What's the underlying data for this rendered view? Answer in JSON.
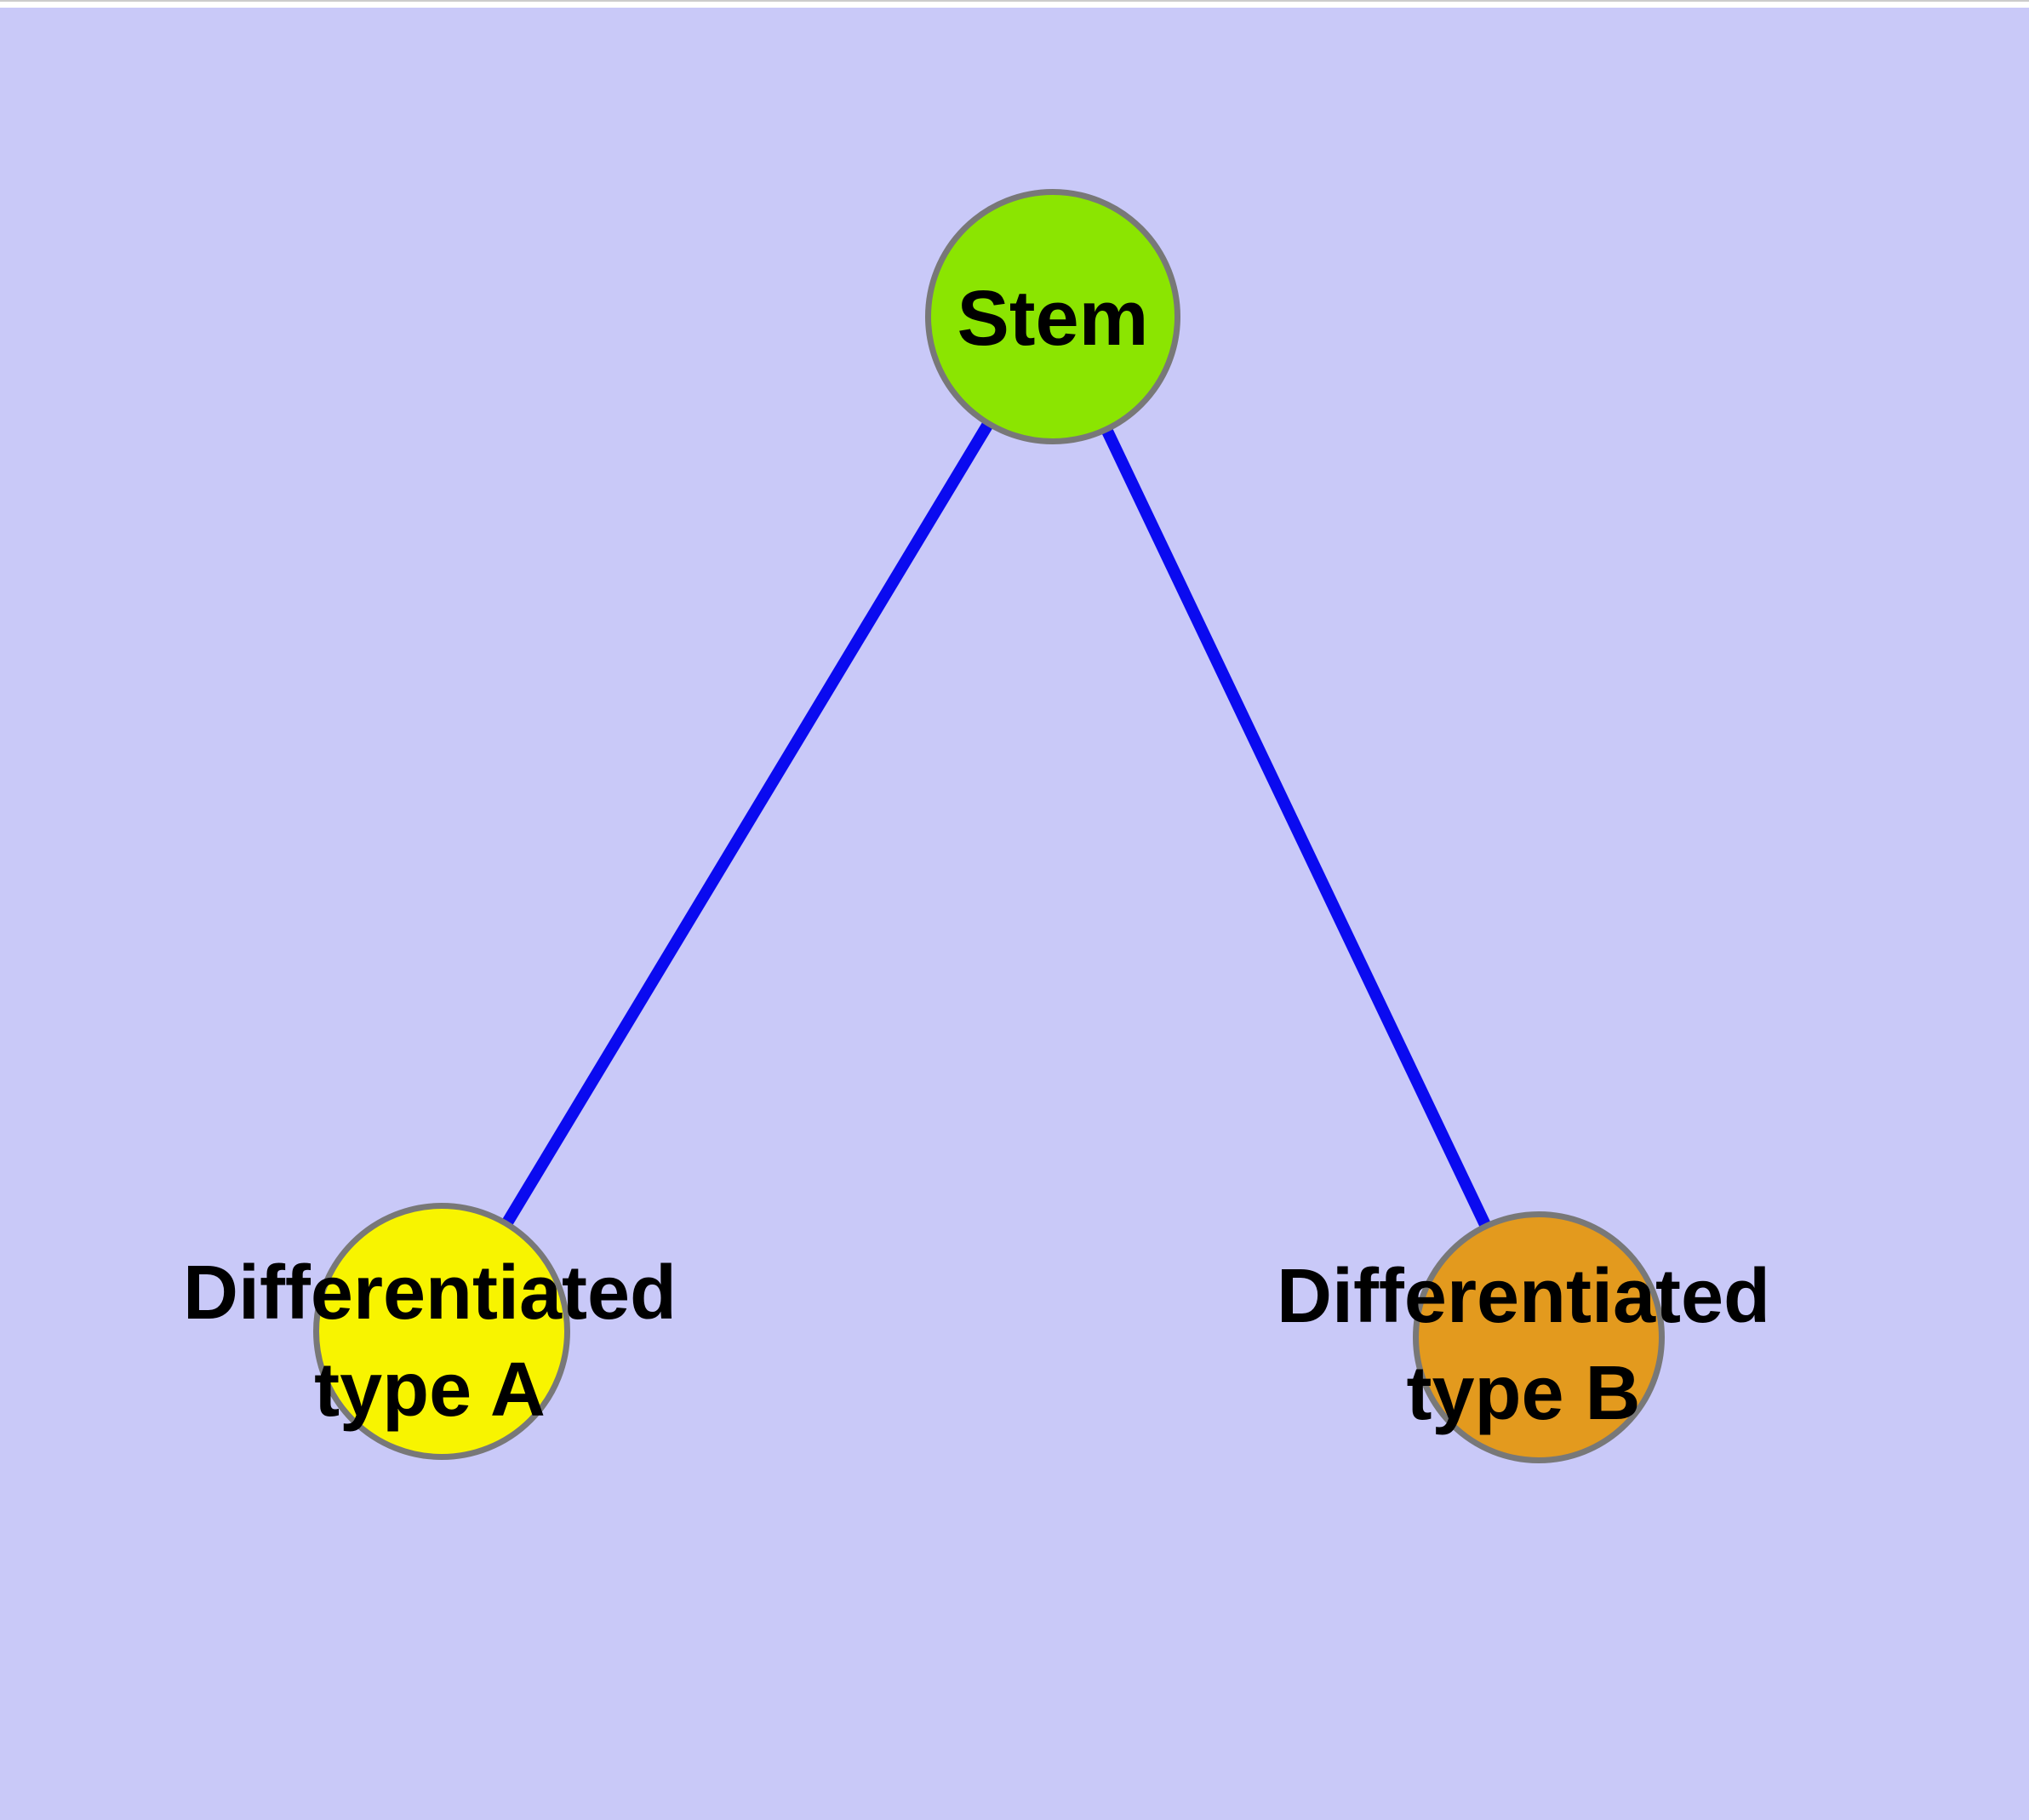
{
  "diagram": {
    "type": "graph",
    "background_color": "#C9C9F8",
    "edge_color": "#0A0AF0",
    "node_border_color": "#787878",
    "nodes": [
      {
        "id": "stem",
        "label": "Stem",
        "fill": "#8BE501",
        "shape": "circle"
      },
      {
        "id": "differentiated-type-a",
        "label_line1": "Differentiated",
        "label_line2": "type A",
        "fill": "#F8F400",
        "shape": "circle"
      },
      {
        "id": "differentiated-type-b",
        "label_line1": "Differentiated",
        "label_line2": "type B",
        "fill": "#E39A1E",
        "shape": "circle"
      }
    ],
    "edges": [
      {
        "from": "stem",
        "to": "differentiated-type-a"
      },
      {
        "from": "stem",
        "to": "differentiated-type-b"
      }
    ]
  }
}
